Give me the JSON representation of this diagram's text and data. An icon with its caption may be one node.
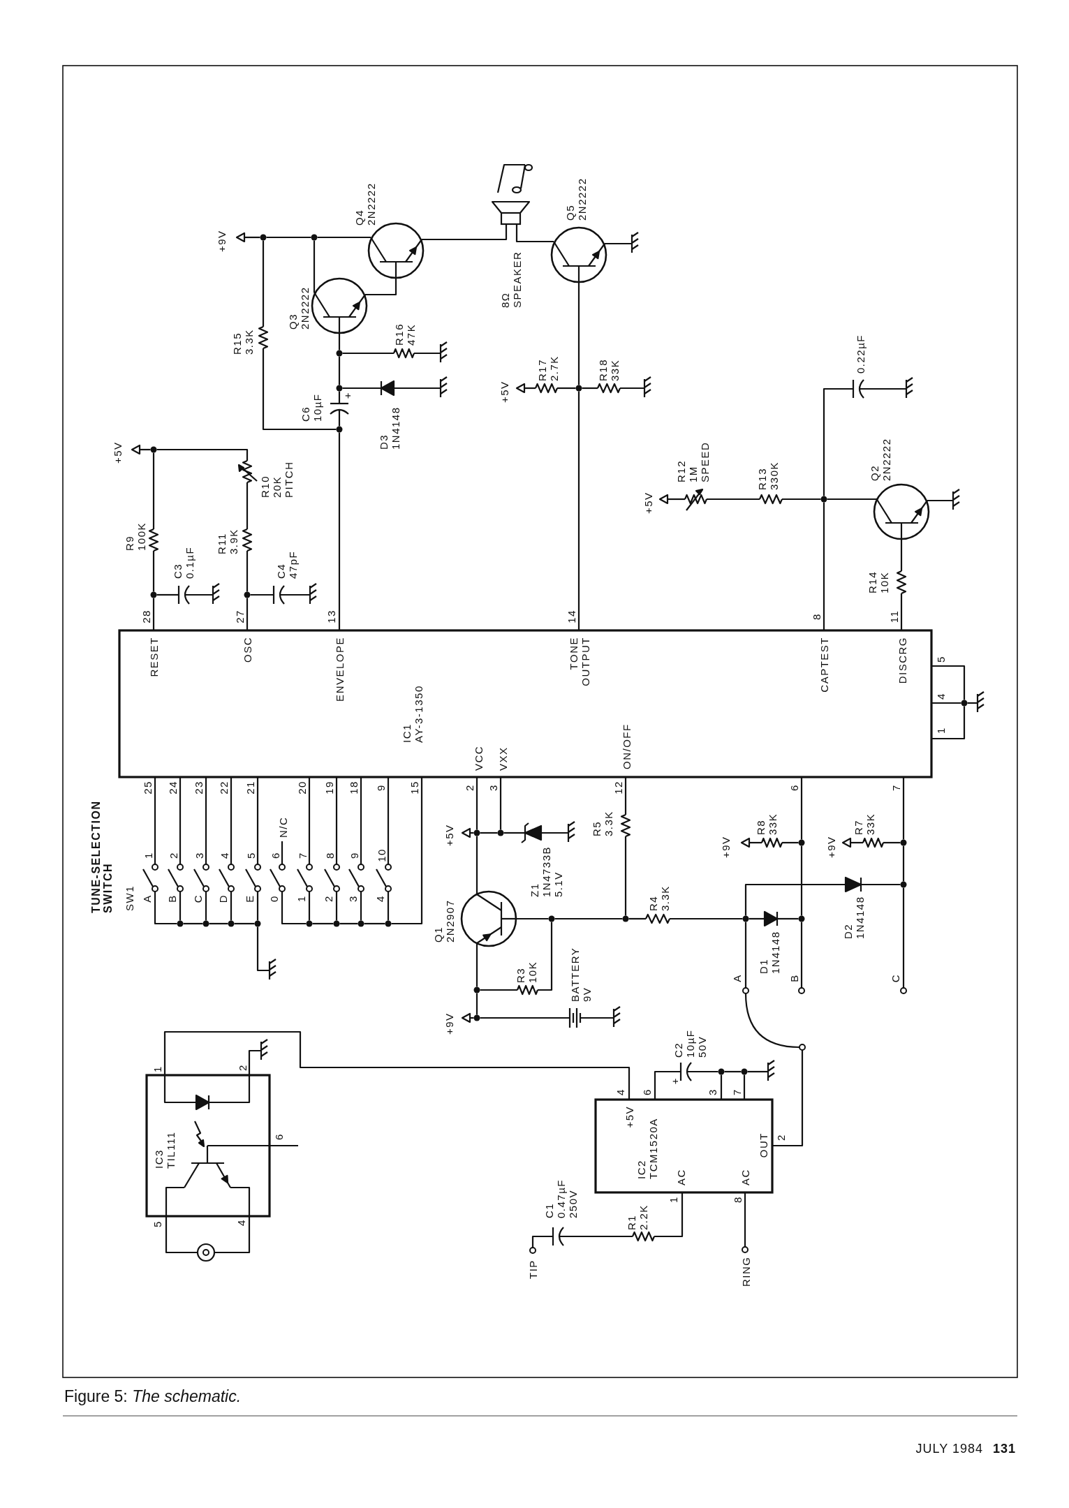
{
  "diagram": {
    "caption": "Figure 5: *The schematic.*",
    "nodes": [
      {
        "text": [
          "IC1 AY-3-1350",
          "RESET",
          "OSC",
          "ENVELOPE",
          "TONE OUTPUT",
          "CAPTEST",
          "DISCRG",
          "VCC",
          "VXX",
          "ON/OFF"
        ]
      },
      {
        "text": [
          "+9V"
        ]
      },
      {
        "text": [],
        "shape": "dot"
      },
      {
        "text": [],
        "shape": "dot"
      },
      {
        "text": [
          "R15 3.3K"
        ]
      },
      {
        "text": [
          "Q4 2N2222"
        ]
      },
      {
        "text": [
          "Q3 2N2222"
        ]
      },
      {
        "text": [
          "8Ω SPEAKER"
        ]
      },
      {
        "text": [
          "Q5 2N2222"
        ]
      },
      {
        "text": [],
        "shape": "ground"
      },
      {
        "text": [],
        "shape": "dot"
      },
      {
        "text": [
          "+5V"
        ]
      },
      {
        "text": [
          "R17 2.7K"
        ]
      },
      {
        "text": [
          "R18 33K"
        ]
      },
      {
        "text": [],
        "shape": "ground"
      },
      {
        "text": [],
        "shape": "dot"
      },
      {
        "text": [],
        "shape": "dot"
      },
      {
        "text": [
          "C6 10µF",
          "+"
        ]
      },
      {
        "text": [],
        "shape": "dot"
      },
      {
        "text": [
          "R16 47K"
        ]
      },
      {
        "text": [],
        "shape": "ground"
      },
      {
        "text": [
          "D3 1N4148"
        ]
      },
      {
        "text": [],
        "shape": "ground"
      },
      {
        "text": [
          "+5V"
        ]
      },
      {
        "text": [],
        "shape": "dot"
      },
      {
        "text": [
          "R10 20K PITCH"
        ]
      },
      {
        "text": [
          "R9 100K"
        ]
      },
      {
        "text": [
          "R11 3.9K"
        ]
      },
      {
        "text": [],
        "shape": "dot"
      },
      {
        "text": [],
        "shape": "dot"
      },
      {
        "text": [
          "C3 0.1µF"
        ]
      },
      {
        "text": [],
        "shape": "ground"
      },
      {
        "text": [
          "C4 47pF"
        ]
      },
      {
        "text": [],
        "shape": "ground"
      },
      {
        "text": [
          "+5V"
        ]
      },
      {
        "text": [
          "R12 1M SPEED"
        ]
      },
      {
        "text": [
          "R13 330K"
        ]
      },
      {
        "text": [],
        "shape": "dot"
      },
      {
        "text": [
          "0.22µF"
        ]
      },
      {
        "text": [],
        "shape": "ground"
      },
      {
        "text": [
          "Q2 2N2222"
        ]
      },
      {
        "text": [],
        "shape": "ground"
      },
      {
        "text": [
          "R14 10K"
        ]
      },
      {
        "text": [],
        "shape": "dot"
      },
      {
        "text": [],
        "shape": "ground"
      },
      {
        "text": [
          "1",
          "A"
        ]
      },
      {
        "text": [
          "2",
          "B"
        ]
      },
      {
        "text": [
          "3",
          "C"
        ]
      },
      {
        "text": [
          "4",
          "D"
        ]
      },
      {
        "text": [
          "5",
          "E"
        ]
      },
      {
        "text": [
          "6",
          "0"
        ]
      },
      {
        "text": [
          "7",
          "1"
        ]
      },
      {
        "text": [
          "8",
          "2"
        ]
      },
      {
        "text": [
          "9",
          "3"
        ]
      },
      {
        "text": [
          "10",
          "4"
        ]
      },
      {
        "text": [
          "N/C"
        ]
      },
      {
        "text": [],
        "shape": "dot"
      },
      {
        "text": [],
        "shape": "dot"
      },
      {
        "text": [],
        "shape": "dot"
      },
      {
        "text": [],
        "shape": "dot"
      },
      {
        "text": [],
        "shape": "dot"
      },
      {
        "text": [],
        "shape": "dot"
      },
      {
        "text": [],
        "shape": "dot"
      },
      {
        "text": [],
        "shape": "dot"
      },
      {
        "text": [],
        "shape": "ground"
      },
      {
        "text": [
          "+5V"
        ]
      },
      {
        "text": [],
        "shape": "dot"
      },
      {
        "text": [],
        "shape": "dot"
      },
      {
        "text": [
          "Z1 1N4733B 5.1V"
        ]
      },
      {
        "text": [],
        "shape": "ground"
      },
      {
        "text": [
          "Q1 2N2907"
        ]
      },
      {
        "text": [],
        "shape": "dot"
      },
      {
        "text": [],
        "shape": "dot"
      },
      {
        "text": [
          "R3 10K"
        ]
      },
      {
        "text": [],
        "shape": "dot"
      },
      {
        "text": [],
        "shape": "dot"
      },
      {
        "text": [
          "R5 3.3K"
        ]
      },
      {
        "text": [
          "R4 3.3K"
        ]
      },
      {
        "text": [],
        "shape": "dot"
      },
      {
        "text": [
          "D1 1N4148"
        ]
      },
      {
        "text": [],
        "shape": "dot"
      },
      {
        "text": [
          "+9V"
        ]
      },
      {
        "text": [
          "BATTERY 9V"
        ]
      },
      {
        "text": [],
        "shape": "ground"
      },
      {
        "text": [
          "D2 1N4148"
        ]
      },
      {
        "text": [],
        "shape": "dot"
      },
      {
        "text": [
          "A"
        ]
      },
      {
        "text": [
          "B"
        ]
      },
      {
        "text": [
          "C"
        ]
      },
      {
        "text": [],
        "shape": "dot"
      },
      {
        "text": [
          "+9V"
        ]
      },
      {
        "text": [
          "R8 33K"
        ]
      },
      {
        "text": [],
        "shape": "dot"
      },
      {
        "text": [
          "+9V"
        ]
      },
      {
        "text": [
          "R7 33K"
        ]
      },
      {
        "text": [],
        "shape": "circle"
      },
      {
        "text": [
          "IC2 TCM1520A",
          "+5V",
          "AC",
          "AC",
          "OUT"
        ]
      },
      {
        "text": [
          "C2 10µF 50V",
          "+"
        ]
      },
      {
        "text": [],
        "shape": "dot"
      },
      {
        "text": [],
        "shape": "dot"
      },
      {
        "text": [],
        "shape": "ground"
      },
      {
        "text": [
          "R1 2.2K"
        ]
      },
      {
        "text": [
          "C1 0.47µF 250V"
        ]
      },
      {
        "text": [
          "TIP"
        ]
      },
      {
        "text": [
          "RING"
        ]
      },
      {
        "text": [
          "IC3 TIL111"
        ]
      },
      {
        "text": [],
        "shape": "diode",
        "in": 105
      },
      {
        "text": [],
        "shape": "transistor",
        "in": 105
      },
      {
        "text": [],
        "shape": "jack"
      },
      {
        "text": [],
        "shape": "ground"
      }
    ],
    "edges": [
      {
        "from": 1,
        "to": 2,
        "arrow": "none"
      },
      {
        "from": 2,
        "to": 3,
        "arrow": "none"
      },
      {
        "from": 3,
        "to": 5,
        "arrow": "none"
      },
      {
        "from": 2,
        "to": 4,
        "arrow": "none"
      },
      {
        "from": 4,
        "to": 18,
        "arrow": "none"
      },
      {
        "from": 3,
        "to": 6,
        "arrow": "none"
      },
      {
        "from": 6,
        "to": 5,
        "arrow": "none"
      },
      {
        "from": 5,
        "to": 7,
        "arrow": "none"
      },
      {
        "from": 7,
        "to": 8,
        "arrow": "none"
      },
      {
        "from": 8,
        "to": 9,
        "arrow": "none"
      },
      {
        "from": 8,
        "to": 10,
        "arrow": "none"
      },
      {
        "from": 10,
        "to": 0,
        "arrow": "none"
      },
      {
        "from": 11,
        "to": 12,
        "arrow": "none"
      },
      {
        "from": 12,
        "to": 10,
        "arrow": "none"
      },
      {
        "from": 10,
        "to": 13,
        "arrow": "none"
      },
      {
        "from": 13,
        "to": 14,
        "arrow": "none"
      },
      {
        "from": 6,
        "to": 15,
        "arrow": "none"
      },
      {
        "from": 15,
        "to": 16,
        "arrow": "none"
      },
      {
        "from": 16,
        "to": 17,
        "arrow": "none"
      },
      {
        "from": 17,
        "to": 18,
        "arrow": "none"
      },
      {
        "from": 18,
        "to": 0,
        "arrow": "none"
      },
      {
        "from": 15,
        "to": 19,
        "arrow": "none"
      },
      {
        "from": 19,
        "to": 20,
        "arrow": "none"
      },
      {
        "from": 16,
        "to": 21,
        "arrow": "none"
      },
      {
        "from": 21,
        "to": 22,
        "arrow": "none"
      },
      {
        "from": 23,
        "to": 24,
        "arrow": "none"
      },
      {
        "from": 24,
        "to": 25,
        "arrow": "none"
      },
      {
        "from": 25,
        "to": 27,
        "arrow": "none"
      },
      {
        "from": 27,
        "to": 29,
        "arrow": "none"
      },
      {
        "from": 29,
        "to": 0,
        "arrow": "none"
      },
      {
        "from": 24,
        "to": 26,
        "arrow": "none"
      },
      {
        "from": 26,
        "to": 28,
        "arrow": "none"
      },
      {
        "from": 28,
        "to": 0,
        "arrow": "none"
      },
      {
        "from": 28,
        "to": 30,
        "arrow": "none"
      },
      {
        "from": 30,
        "to": 31,
        "arrow": "none"
      },
      {
        "from": 29,
        "to": 32,
        "arrow": "none"
      },
      {
        "from": 32,
        "to": 33,
        "arrow": "none"
      },
      {
        "from": 34,
        "to": 35,
        "arrow": "none"
      },
      {
        "from": 35,
        "to": 36,
        "arrow": "none"
      },
      {
        "from": 36,
        "to": 37,
        "arrow": "none"
      },
      {
        "from": 37,
        "to": 40,
        "arrow": "none"
      },
      {
        "from": 37,
        "to": 0,
        "arrow": "none"
      },
      {
        "from": 37,
        "to": 38,
        "arrow": "none"
      },
      {
        "from": 38,
        "to": 39,
        "arrow": "none"
      },
      {
        "from": 40,
        "to": 41,
        "arrow": "none"
      },
      {
        "from": 40,
        "to": 42,
        "arrow": "none"
      },
      {
        "from": 42,
        "to": 0,
        "arrow": "none"
      },
      {
        "from": 0,
        "to": 43,
        "arrow": "none"
      },
      {
        "from": 43,
        "to": 44,
        "arrow": "none"
      },
      {
        "from": 0,
        "to": 43,
        "arrow": "none"
      },
      {
        "from": 0,
        "to": 43,
        "arrow": "none"
      },
      {
        "from": 0,
        "to": 45,
        "arrow": "none"
      },
      {
        "from": 0,
        "to": 46,
        "arrow": "none"
      },
      {
        "from": 0,
        "to": 47,
        "arrow": "none"
      },
      {
        "from": 0,
        "to": 48,
        "arrow": "none"
      },
      {
        "from": 0,
        "to": 49,
        "arrow": "none"
      },
      {
        "from": 50,
        "to": 55,
        "arrow": "none"
      },
      {
        "from": 0,
        "to": 51,
        "arrow": "none"
      },
      {
        "from": 0,
        "to": 52,
        "arrow": "none"
      },
      {
        "from": 0,
        "to": 53,
        "arrow": "none"
      },
      {
        "from": 0,
        "to": 54,
        "arrow": "none"
      },
      {
        "from": 45,
        "to": 56,
        "arrow": "none"
      },
      {
        "from": 46,
        "to": 56,
        "arrow": "none"
      },
      {
        "from": 56,
        "to": 57,
        "arrow": "none"
      },
      {
        "from": 47,
        "to": 57,
        "arrow": "none"
      },
      {
        "from": 57,
        "to": 58,
        "arrow": "none"
      },
      {
        "from": 48,
        "to": 58,
        "arrow": "none"
      },
      {
        "from": 58,
        "to": 59,
        "arrow": "none"
      },
      {
        "from": 49,
        "to": 59,
        "arrow": "none"
      },
      {
        "from": 59,
        "to": 64,
        "arrow": "none"
      },
      {
        "from": 50,
        "to": 60,
        "arrow": "none"
      },
      {
        "from": 51,
        "to": 60,
        "arrow": "none"
      },
      {
        "from": 60,
        "to": 61,
        "arrow": "none"
      },
      {
        "from": 52,
        "to": 61,
        "arrow": "none"
      },
      {
        "from": 61,
        "to": 62,
        "arrow": "none"
      },
      {
        "from": 53,
        "to": 62,
        "arrow": "none"
      },
      {
        "from": 62,
        "to": 63,
        "arrow": "none"
      },
      {
        "from": 54,
        "to": 63,
        "arrow": "none"
      },
      {
        "from": 63,
        "to": 0,
        "arrow": "none"
      },
      {
        "from": 65,
        "to": 66,
        "arrow": "none"
      },
      {
        "from": 66,
        "to": 67,
        "arrow": "none"
      },
      {
        "from": 67,
        "to": 68,
        "arrow": "none"
      },
      {
        "from": 68,
        "to": 69,
        "arrow": "none"
      },
      {
        "from": 0,
        "to": 66,
        "arrow": "none"
      },
      {
        "from": 0,
        "to": 67,
        "arrow": "none"
      },
      {
        "from": 66,
        "to": 70,
        "arrow": "none"
      },
      {
        "from": 70,
        "to": 71,
        "arrow": "none"
      },
      {
        "from": 71,
        "to": 72,
        "arrow": "none"
      },
      {
        "from": 71,
        "to": 73,
        "arrow": "none"
      },
      {
        "from": 73,
        "to": 74,
        "arrow": "none"
      },
      {
        "from": 70,
        "to": 74,
        "arrow": "none"
      },
      {
        "from": 74,
        "to": 75,
        "arrow": "none"
      },
      {
        "from": 0,
        "to": 76,
        "arrow": "none"
      },
      {
        "from": 76,
        "to": 75,
        "arrow": "none"
      },
      {
        "from": 75,
        "to": 77,
        "arrow": "none"
      },
      {
        "from": 77,
        "to": 78,
        "arrow": "none"
      },
      {
        "from": 78,
        "to": 79,
        "arrow": "none"
      },
      {
        "from": 79,
        "to": 80,
        "arrow": "none"
      },
      {
        "from": 81,
        "to": 72,
        "arrow": "none"
      },
      {
        "from": 72,
        "to": 82,
        "arrow": "none"
      },
      {
        "from": 82,
        "to": 83,
        "arrow": "none"
      },
      {
        "from": 78,
        "to": 84,
        "arrow": "none"
      },
      {
        "from": 84,
        "to": 85,
        "arrow": "none"
      },
      {
        "from": 78,
        "to": 86,
        "arrow": "none"
      },
      {
        "from": 0,
        "to": 89,
        "arrow": "none"
      },
      {
        "from": 89,
        "to": 80,
        "arrow": "none"
      },
      {
        "from": 80,
        "to": 87,
        "arrow": "none"
      },
      {
        "from": 90,
        "to": 91,
        "arrow": "none"
      },
      {
        "from": 91,
        "to": 89,
        "arrow": "none"
      },
      {
        "from": 0,
        "to": 92,
        "arrow": "none"
      },
      {
        "from": 92,
        "to": 85,
        "arrow": "none"
      },
      {
        "from": 85,
        "to": 88,
        "arrow": "none"
      },
      {
        "from": 93,
        "to": 94,
        "arrow": "none"
      },
      {
        "from": 94,
        "to": 92,
        "arrow": "none"
      },
      {
        "from": 86,
        "to": 95,
        "arrow": "none"
      },
      {
        "from": 95,
        "to": 96,
        "arrow": "none"
      },
      {
        "from": 96,
        "to": 106,
        "arrow": "none"
      },
      {
        "from": 106,
        "to": 109,
        "arrow": "none"
      },
      {
        "from": 96,
        "to": 97,
        "arrow": "none"
      },
      {
        "from": 97,
        "to": 98,
        "arrow": "none"
      },
      {
        "from": 98,
        "to": 99,
        "arrow": "none"
      },
      {
        "from": 99,
        "to": 100,
        "arrow": "none"
      },
      {
        "from": 96,
        "to": 98,
        "arrow": "none"
      },
      {
        "from": 96,
        "to": 99,
        "arrow": "none"
      },
      {
        "from": 96,
        "to": 101,
        "arrow": "none"
      },
      {
        "from": 101,
        "to": 102,
        "arrow": "none"
      },
      {
        "from": 102,
        "to": 103,
        "arrow": "none"
      },
      {
        "from": 96,
        "to": 104,
        "arrow": "none"
      },
      {
        "from": 107,
        "to": null,
        "arrow": "none"
      },
      {
        "from": 107,
        "to": 108,
        "arrow": "none"
      },
      {
        "from": 107,
        "to": 108,
        "arrow": "none"
      }
    ],
    "labels": [
      "28",
      "27",
      "13",
      "14",
      "8",
      "11",
      "5",
      "4",
      "1",
      "25",
      "24",
      "23",
      "22",
      "21",
      "20",
      "19",
      "18",
      "9",
      "15",
      "2",
      "3",
      "12",
      "6",
      "7",
      "TUNE-SELECTION SWITCH",
      "SW1",
      "1",
      "2",
      "6",
      "5",
      "4",
      "4",
      "6",
      "3",
      "7",
      "2",
      "1",
      "8",
      "JULY 1984",
      "131"
    ]
  }
}
